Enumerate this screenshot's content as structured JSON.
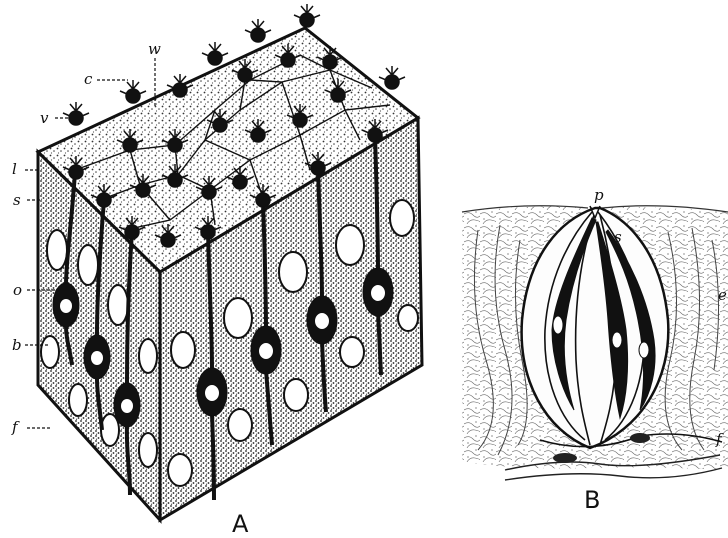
{
  "figure_a": {
    "caption": "A",
    "labels": {
      "w": "w",
      "c": "c",
      "v": "v",
      "l": "l",
      "s": "s",
      "o": "o",
      "b": "b",
      "f": "f"
    }
  },
  "figure_b": {
    "caption": "B",
    "labels": {
      "p": "p",
      "s": "s",
      "e": "e",
      "f": "f"
    }
  },
  "colors": {
    "ink": "#111111",
    "paper": "#ffffff",
    "stipple": "#555555"
  }
}
